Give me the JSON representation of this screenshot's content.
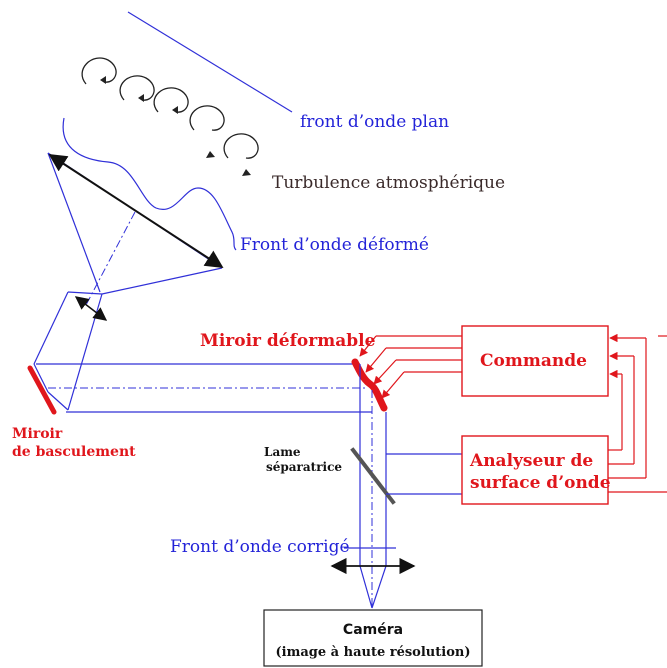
{
  "labels": {
    "front_plan": "front d’onde plan",
    "turbulence": "Turbulence atmosphérique",
    "front_deforme": "Front d’onde déformé",
    "miroir_deformable": "Miroir déformable",
    "commande": "Commande",
    "analyseur_line1": "Analyseur de",
    "analyseur_line2": "surface d’onde",
    "miroir_bascule_line1": "Miroir",
    "miroir_bascule_line2": "de basculement",
    "lame_line1": "Lame",
    "lame_line2": "séparatrice",
    "front_corrige": "Front d’onde corrigé",
    "camera_line1": "Caméra",
    "camera_line2": "(image à haute résolution)"
  },
  "colors": {
    "beam": "#3030d8",
    "signal": "#e0161c",
    "ink": "#111111"
  }
}
